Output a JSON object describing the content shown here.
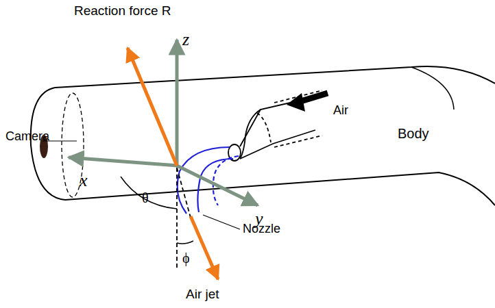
{
  "diagram": {
    "labels": [
      "Reaction force R",
      "z",
      "Camera",
      "x",
      "θ",
      "y",
      "Air",
      "Body",
      "Nozzle",
      "ϕ",
      "Air jet"
    ]
  }
}
